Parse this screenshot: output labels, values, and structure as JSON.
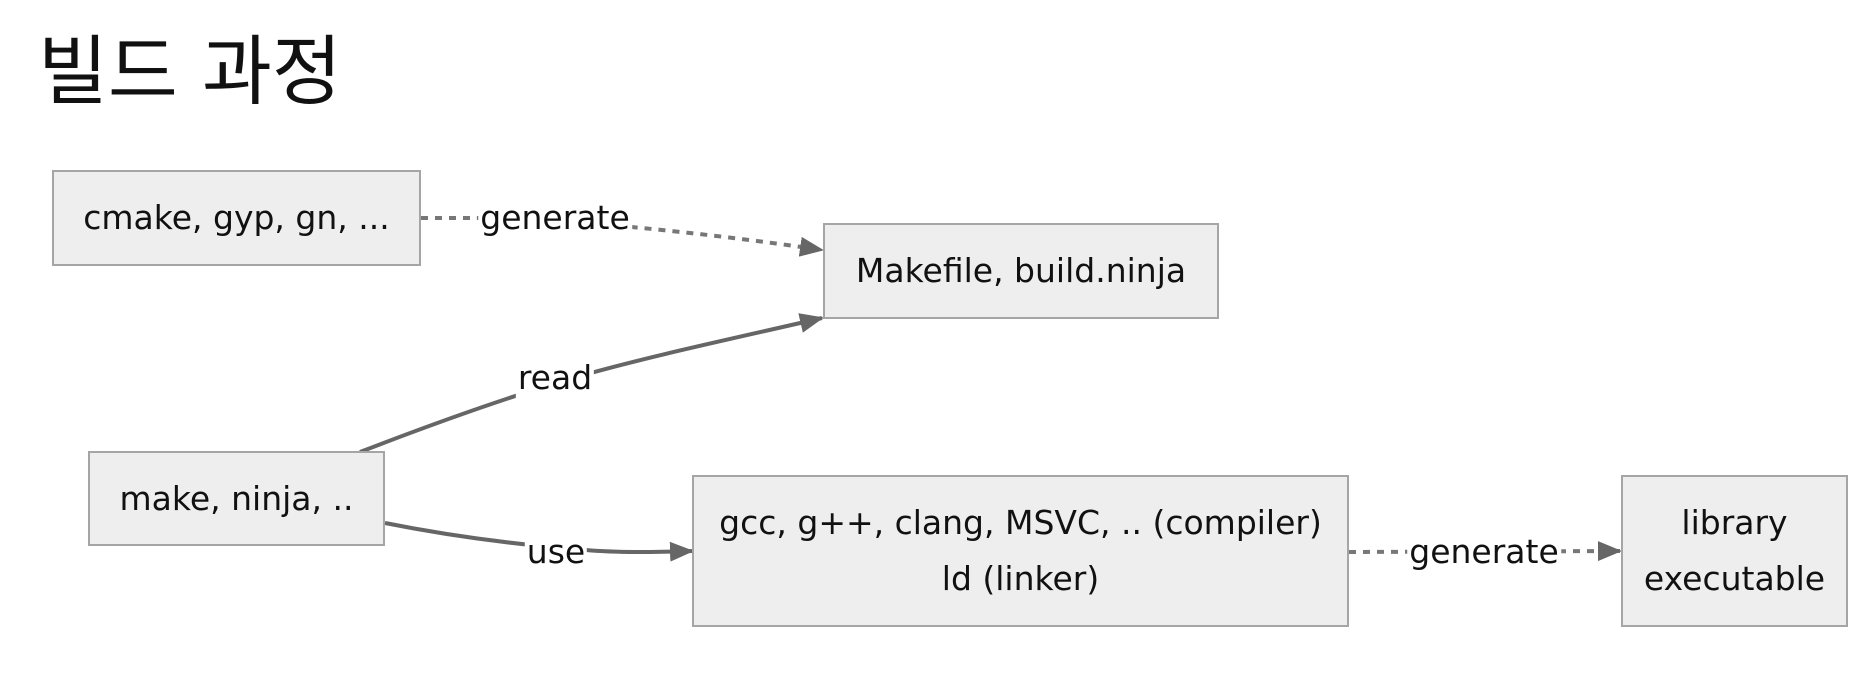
{
  "title": "빌드 과정",
  "colors": {
    "node_fill": "#eeeeee",
    "node_border": "#a5a5a5",
    "edge": "#666666",
    "dotted_edge": "#777777"
  },
  "nodes": {
    "generators": {
      "label": "cmake, gyp, gn, ..."
    },
    "build_files": {
      "label": "Makefile, build.ninja"
    },
    "build_tools": {
      "label": "make, ninja, .."
    },
    "toolchain": {
      "line1": "gcc, g++, clang, MSVC, .. (compiler)",
      "line2": "ld (linker)"
    },
    "outputs": {
      "line1": "library",
      "line2": "executable"
    }
  },
  "edges": {
    "generate_build_files": {
      "label": "generate",
      "style": "dotted"
    },
    "read_build_files": {
      "label": "read",
      "style": "solid"
    },
    "use_toolchain": {
      "label": "use",
      "style": "solid"
    },
    "generate_outputs": {
      "label": "generate",
      "style": "dotted"
    }
  }
}
